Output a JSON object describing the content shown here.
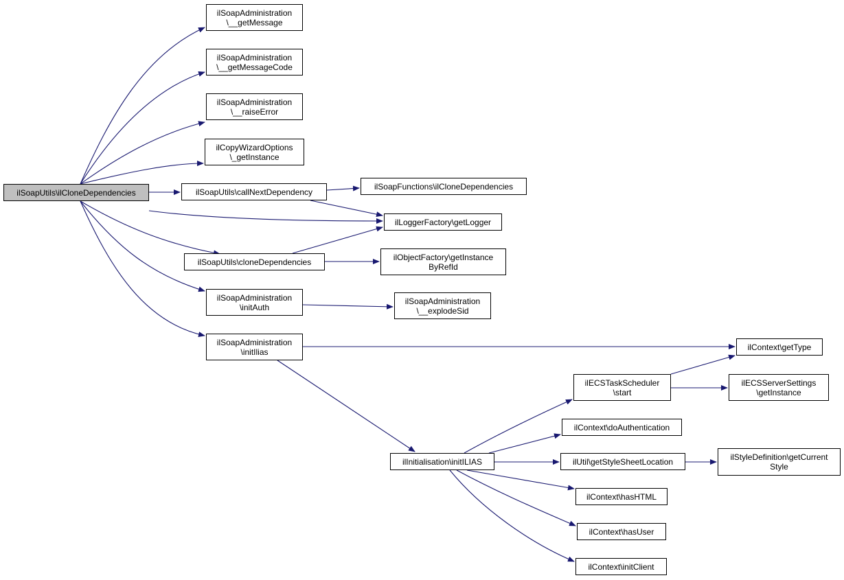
{
  "colors": {
    "edge": "#191970",
    "root_fill": "#bfbfbf",
    "node_fill": "#ffffff",
    "border": "#000000"
  },
  "nodes": {
    "root": {
      "lines": [
        "ilSoapUtils\\ilCloneDependencies"
      ]
    },
    "getMessage": {
      "lines": [
        "ilSoapAdministration",
        "\\__getMessage"
      ]
    },
    "getMsgCode": {
      "lines": [
        "ilSoapAdministration",
        "\\__getMessageCode"
      ]
    },
    "raiseError": {
      "lines": [
        "ilSoapAdministration",
        "\\__raiseError"
      ]
    },
    "copyWizard": {
      "lines": [
        "ilCopyWizardOptions",
        "\\_getInstance"
      ]
    },
    "callNext": {
      "lines": [
        "ilSoapUtils\\callNextDependency"
      ]
    },
    "soapFuncClone": {
      "lines": [
        "ilSoapFunctions\\ilCloneDependencies"
      ]
    },
    "getLogger": {
      "lines": [
        "ilLoggerFactory\\getLogger"
      ]
    },
    "cloneDeps": {
      "lines": [
        "ilSoapUtils\\cloneDependencies"
      ]
    },
    "objFactory": {
      "lines": [
        "ilObjectFactory\\getInstance",
        "ByRefId"
      ]
    },
    "initAuth": {
      "lines": [
        "ilSoapAdministration",
        "\\initAuth"
      ]
    },
    "explodeSid": {
      "lines": [
        "ilSoapAdministration",
        "\\__explodeSid"
      ]
    },
    "initIlias": {
      "lines": [
        "ilSoapAdministration",
        "\\initIlias"
      ]
    },
    "ctxGetType": {
      "lines": [
        "ilContext\\getType"
      ]
    },
    "ecsStart": {
      "lines": [
        "ilECSTaskScheduler",
        "\\start"
      ]
    },
    "ecsSettings": {
      "lines": [
        "ilECSServerSettings",
        "\\getInstance"
      ]
    },
    "ctxDoAuth": {
      "lines": [
        "ilContext\\doAuthentication"
      ]
    },
    "initILIAS": {
      "lines": [
        "ilInitialisation\\initILIAS"
      ]
    },
    "styleLoc": {
      "lines": [
        "ilUtil\\getStyleSheetLocation"
      ]
    },
    "styleDef": {
      "lines": [
        "ilStyleDefinition\\getCurrent",
        "Style"
      ]
    },
    "hasHTML": {
      "lines": [
        "ilContext\\hasHTML"
      ]
    },
    "hasUser": {
      "lines": [
        "ilContext\\hasUser"
      ]
    },
    "initClient": {
      "lines": [
        "ilContext\\initClient"
      ]
    }
  },
  "edges": [
    [
      "root",
      "getMessage"
    ],
    [
      "root",
      "getMsgCode"
    ],
    [
      "root",
      "raiseError"
    ],
    [
      "root",
      "copyWizard"
    ],
    [
      "root",
      "callNext"
    ],
    [
      "root",
      "getLogger"
    ],
    [
      "root",
      "cloneDeps"
    ],
    [
      "root",
      "initAuth"
    ],
    [
      "root",
      "initIlias"
    ],
    [
      "callNext",
      "soapFuncClone"
    ],
    [
      "callNext",
      "getLogger"
    ],
    [
      "cloneDeps",
      "getLogger"
    ],
    [
      "cloneDeps",
      "objFactory"
    ],
    [
      "initAuth",
      "explodeSid"
    ],
    [
      "initIlias",
      "ctxGetType"
    ],
    [
      "initIlias",
      "initILIAS"
    ],
    [
      "initILIAS",
      "ecsStart"
    ],
    [
      "initILIAS",
      "ctxDoAuth"
    ],
    [
      "initILIAS",
      "styleLoc"
    ],
    [
      "initILIAS",
      "hasHTML"
    ],
    [
      "initILIAS",
      "hasUser"
    ],
    [
      "initILIAS",
      "initClient"
    ],
    [
      "ecsStart",
      "ctxGetType"
    ],
    [
      "ecsStart",
      "ecsSettings"
    ],
    [
      "styleLoc",
      "styleDef"
    ]
  ]
}
